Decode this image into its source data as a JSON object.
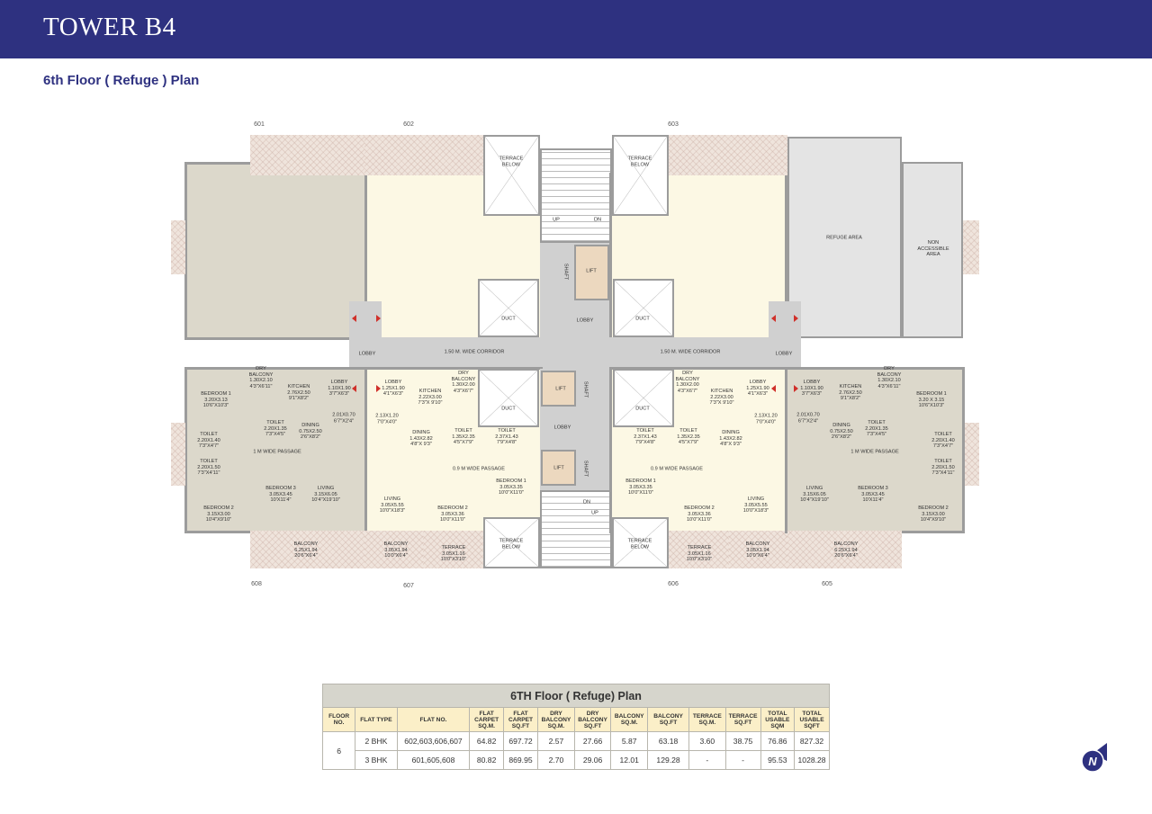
{
  "header": {
    "title": "TOWER B4",
    "subtitle": "6th Floor ( Refuge ) Plan"
  },
  "colors": {
    "brand": "#2e3180",
    "unit_3bhk": "#dcd8cb",
    "unit_2bhk": "#fcf8e4",
    "lift": "#ecd8bf",
    "entry_arrow": "#d0302a"
  },
  "plan": {
    "unit_numbers": [
      "601",
      "602",
      "603",
      "608",
      "607",
      "606",
      "605"
    ],
    "labels": [
      "BEDROOM 1\n3.20X3.13\n10'6\"X10'3\"",
      "DRY\nBALCONY\n1.30X2.10\n4'3\"X6'11\"",
      "KITCHEN\n2.76X2.50\n9'1\"X8'2\"",
      "LOBBY\n1.10X1.90\n3'7\"X6'3\"",
      "2.01X0.70\n6'7\"X2'4\"",
      "TOILET\n2.20X1.35\n7'3\"X4'5\"",
      "DINING\n0.75X2.50\n2'6\"X8'2\"",
      "TOILET\n2.20X1.40\n7'3\"X4'7\"",
      "1 M WIDE PASSAGE",
      "TOILET\n2.20X1.50\n7'3\"X4'11\"",
      "BEDROOM 3\n3.05X3.45\n10'X11'4\"",
      "LIVING\n3.15X6.05\n10'4\"X19'10\"",
      "BEDROOM 2\n3.15X3.00\n10'4\"X9'10\"",
      "BALCONY\n6.25X1.94\n20'6\"X6'4\"",
      "LOBBY\n1.25X1.90\n4'1\"X6'3\"",
      "KITCHEN\n2.22X3.00\n7'3\"X 9'10\"",
      "DRY\nBALCONY\n1.30X2.00\n4'3\"X6'7\"",
      "2.13X1.20\n7'0\"X4'0\"",
      "DINING\n1.43X2.82\n4'8\"X 9'3\"",
      "TOILET\n1.35X2.35\n4'5\"X7'9\"",
      "TOILET\n2.37X1.43\n7'9\"X4'8\"",
      "0.9 M WIDE PASSAGE",
      "BEDROOM 1\n3.05X3.35\n10'0\"X11'0\"",
      "LIVING\n3.05X5.55\n10'0\"X18'3\"",
      "BEDROOM 2\n3.05X3.36\n10'0\"X11'0\"",
      "BALCONY\n3.05X1.94\n10'0\"X6'4\"",
      "TERRACE\n3.05X1.16\n10'0\"X3'10\"",
      "TERRACE\nBELOW",
      "DUCT",
      "LIFT",
      "LOBBY",
      "LIFT",
      "DN",
      "UP",
      "DUCT",
      "DRY\nBALCONY\n1.30X2.00\n4'3\"X6'7\"",
      "KITCHEN\n2.22X3.00\n7'3\"X 9'10\"",
      "LOBBY\n1.25X1.90\n4'1\"X6'3\"",
      "TOILET\n2.37X1.43\n7'9\"X4'8\"",
      "TOILET\n1.35X2.35\n4'5\"X7'9\"",
      "DINING\n1.43X2.82\n4'8\"X 9'3\"",
      "2.13X1.20\n7'0\"X4'0\"",
      "0.9 M WIDE PASSAGE",
      "BEDROOM 1\n3.05X3.35\n10'0\"X11'0\"",
      "BEDROOM 2\n3.05X3.36\n10'0\"X11'0\"",
      "LIVING\n3.05X5.55\n10'0\"X18'3\"",
      "TERRACE\nBELOW",
      "TERRACE\n3.05X1.16\n10'0\"X3'10\"",
      "BALCONY\n3.05X1.94\n10'0\"X6'4\"",
      "LOBBY\n1.10X1.90\n3'7\"X6'3\"",
      "KITCHEN\n2.76X2.50\n9'1\"X8'2\"",
      "DRY\nBALCONY\n1.30X2.10\n4'3\"X6'11\"",
      "BEDROOM 1\n3.20 X 3.15\n10'6\"X10'3\"",
      "2.01X0.70\n6'7\"X2'4\"",
      "DINING\n0.75X2.50\n2'6\"X8'2\"",
      "TOILET\n2.20X1.35\n7'3\"X4'5\"",
      "TOILET\n2.20X1.40\n7'3\"X4'7\"",
      "1 M WIDE PASSAGE",
      "TOILET\n2.20X1.50\n7'3\"X4'11\"",
      "LIVING\n3.15X6.05\n10'4\"X19'10\"",
      "BEDROOM 3\n3.05X3.45\n10'X11'4\"",
      "BEDROOM 2\n3.15X3.00\n10'4\"X9'10\"",
      "BALCONY\n6.25X1.94\n20'6\"X6'4\"",
      "TERRACE\nBELOW",
      "TERRACE\nBELOW",
      "UP",
      "DN",
      "SHAFT",
      "LIFT",
      "LOBBY",
      "DUCT",
      "DUCT",
      "REFUGE AREA",
      "NON\nACCESSIBLE\nAREA",
      "LOBBY",
      "1.50 M. WIDE CORRIDOR",
      "1.50 M. WIDE CORRIDOR",
      "LOBBY",
      "SHAFT",
      "SHAFT"
    ]
  },
  "table": {
    "caption": "6TH Floor ( Refuge) Plan",
    "headers": [
      "FLOOR\nNO.",
      "FLAT TYPE",
      "FLAT NO.",
      "FLAT\nCARPET\nSQ.M.",
      "FLAT\nCARPET\nSQ.FT",
      "DRY\nBALCONY\nSQ.M.",
      "DRY\nBALCONY\nSQ.FT",
      "BALCONY\nSQ.M.",
      "BALCONY\nSQ.FT",
      "TERRACE\nSQ.M.",
      "TERRACE\nSQ.FT",
      "TOTAL\nUSABLE\nSQM",
      "TOTAL\nUSABLE\nSQFT"
    ],
    "floor": "6",
    "rows": [
      [
        "2 BHK",
        "602,603,606,607",
        "64.82",
        "697.72",
        "2.57",
        "27.66",
        "5.87",
        "63.18",
        "3.60",
        "38.75",
        "76.86",
        "827.32"
      ],
      [
        "3 BHK",
        "601,605,608",
        "80.82",
        "869.95",
        "2.70",
        "29.06",
        "12.01",
        "129.28",
        "-",
        "-",
        "95.53",
        "1028.28"
      ]
    ]
  },
  "logo": {
    "letter": "N"
  }
}
